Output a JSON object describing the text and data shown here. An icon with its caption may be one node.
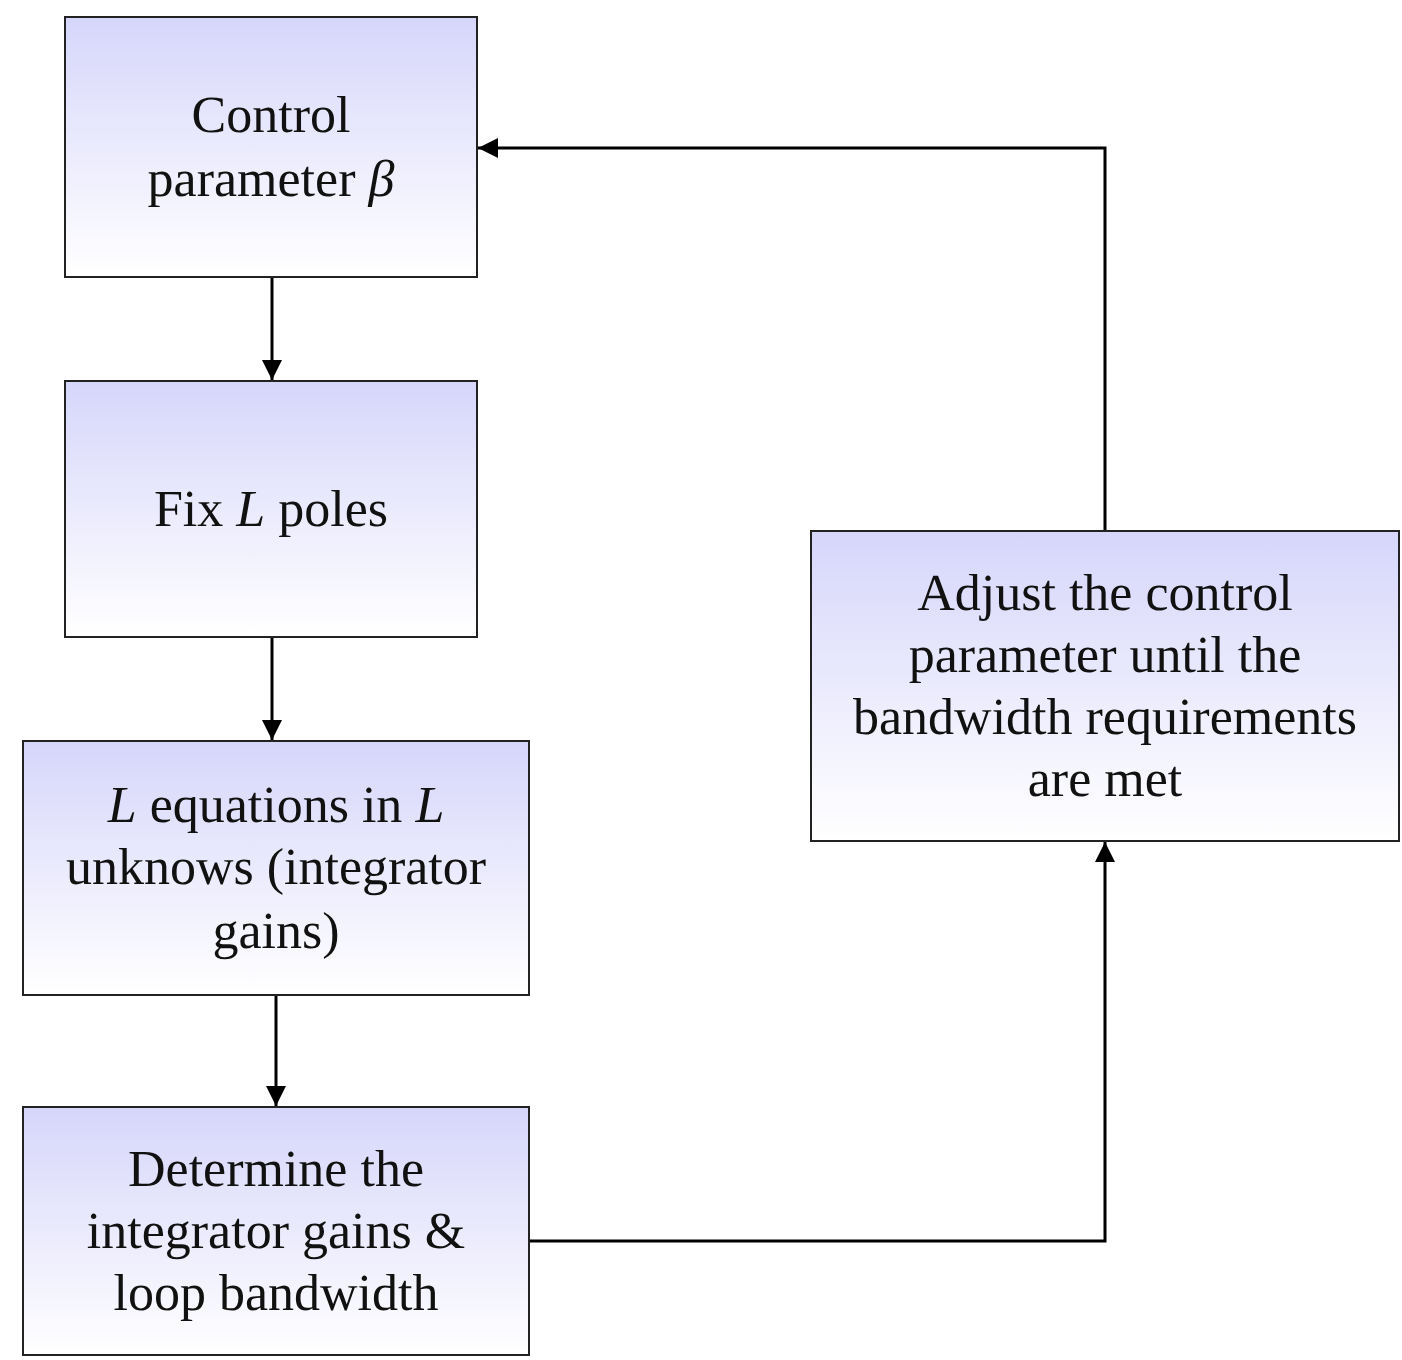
{
  "diagram": {
    "nodes": [
      {
        "text": [
          "Control parameter *β*"
        ]
      },
      {
        "text": [
          "Fix *L* poles"
        ]
      },
      {
        "text": [
          "*L* equations in *L* unknows (integrator gains)"
        ]
      },
      {
        "text": [
          "Determine the integrator gains & loop bandwidth"
        ]
      },
      {
        "text": [
          "Adjust the control parameter until the bandwidth requirements are met"
        ]
      }
    ],
    "edges": [
      {
        "from": 0,
        "to": 1,
        "arrow": "to"
      },
      {
        "from": 1,
        "to": 2,
        "arrow": "to"
      },
      {
        "from": 2,
        "to": 3,
        "arrow": "to"
      },
      {
        "from": 3,
        "to": 4,
        "arrow": "to"
      },
      {
        "from": 4,
        "to": 0,
        "arrow": "to"
      }
    ]
  }
}
